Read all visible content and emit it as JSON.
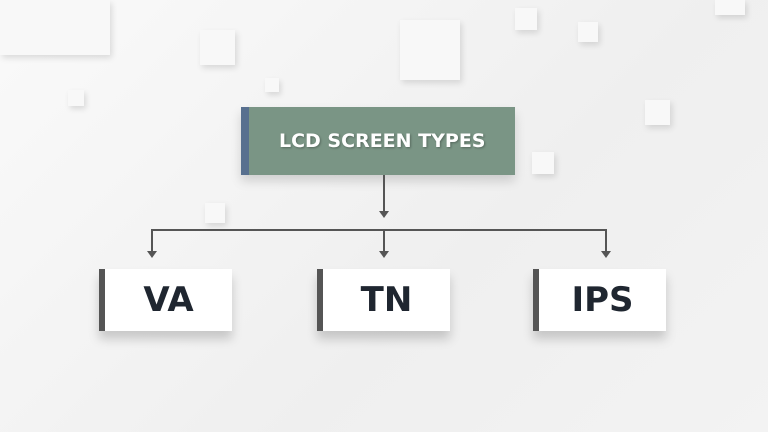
{
  "title": "LCD SCREEN TYPES",
  "types": [
    "VA",
    "TN",
    "IPS"
  ]
}
